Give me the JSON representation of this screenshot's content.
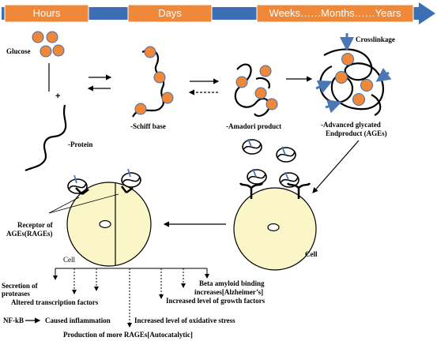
{
  "timeline": {
    "stages": [
      "Hours",
      "Days",
      "Weeks……Months……Years"
    ],
    "color": "#F0883A",
    "arrow_color": "#3C6EB4"
  },
  "molecules": {
    "glucose_label": "Glucose",
    "plus_sign": "+",
    "protein_label": "-Protein",
    "schiff_label": "-Schiff base",
    "amadori_label": "-Amadori product",
    "crosslink_label": "Crosslinkage",
    "ages_label_line1": "-Advanced glycated",
    "ages_label_line2": "Endproduct (AGEs)",
    "sugar_color": "#F0883A",
    "crosslink_color": "#4A78B5"
  },
  "cells": {
    "receptor_label_line1": "Receptor of",
    "receptor_label_line2": "AGEs(RAGEs)",
    "left_cell_label": "Cell",
    "right_cell_label": "Cell",
    "cell_fill": "#FAF6C8"
  },
  "effects": {
    "secretion_line1": "Secretion  of",
    "secretion_line2": "proteases",
    "transcription": "Altered transcription factors",
    "nfkb": "NF-kB",
    "inflammation": "Caused inflammation",
    "rages": "Production of more RAGEs[Autocatalytic]",
    "oxidative": "Increased level of oxidative stress",
    "growth": "Increased level of  growth factors",
    "beta_line1": "Beta amyloid binding",
    "beta_line2": "increases[Alzheimer’s]"
  }
}
